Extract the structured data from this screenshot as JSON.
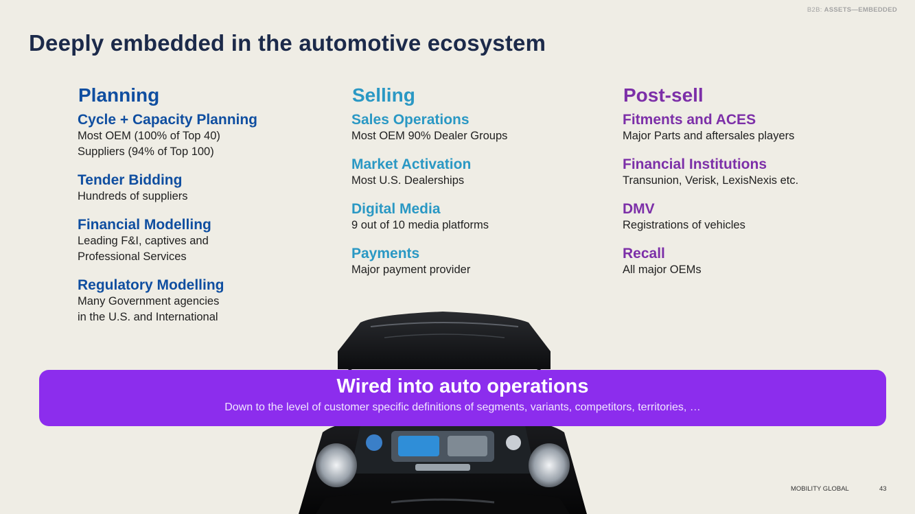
{
  "header": {
    "section_prefix": "B2B: ",
    "section_name": "ASSETS—EMBEDDED",
    "title": "Deeply embedded in the automotive ecosystem"
  },
  "columns": [
    {
      "heading": "Planning",
      "color": "#0f4ea0",
      "items": [
        {
          "title": "Cycle + Capacity Planning",
          "lines": [
            "Most OEM (100% of Top 40)",
            "Suppliers (94% of Top 100)"
          ]
        },
        {
          "title": "Tender Bidding",
          "lines": [
            "Hundreds of suppliers"
          ]
        },
        {
          "title": "Financial Modelling",
          "lines": [
            "Leading F&I, captives and",
            "Professional Services"
          ]
        },
        {
          "title": "Regulatory Modelling",
          "lines": [
            "Many Government agencies",
            "in the U.S. and International"
          ]
        }
      ]
    },
    {
      "heading": "Selling",
      "color": "#2a98c4",
      "items": [
        {
          "title": "Sales Operations",
          "lines": [
            "Most OEM 90% Dealer Groups"
          ]
        },
        {
          "title": "Market Activation",
          "lines": [
            "Most U.S. Dealerships"
          ]
        },
        {
          "title": "Digital Media",
          "lines": [
            "9 out of 10 media platforms"
          ]
        },
        {
          "title": "Payments",
          "lines": [
            "Major payment provider"
          ]
        }
      ]
    },
    {
      "heading": "Post-sell",
      "color": "#7c2fa8",
      "items": [
        {
          "title": "Fitments and ACES",
          "lines": [
            "Major Parts and aftersales players"
          ]
        },
        {
          "title": "Financial Institutions",
          "lines": [
            "Transunion, Verisk, LexisNexis etc."
          ]
        },
        {
          "title": "DMV",
          "lines": [
            "Registrations of vehicles"
          ]
        },
        {
          "title": "Recall",
          "lines": [
            "All major OEMs"
          ]
        }
      ]
    }
  ],
  "banner": {
    "title": "Wired into auto operations",
    "subtitle": "Down to the level of customer specific definitions of segments, variants, competitors, territories, …",
    "color": "#8c2ded"
  },
  "footer": {
    "brand": "MOBILITY GLOBAL",
    "page_number": "43"
  },
  "image": {
    "subject": "black car with open hood showing engine"
  }
}
